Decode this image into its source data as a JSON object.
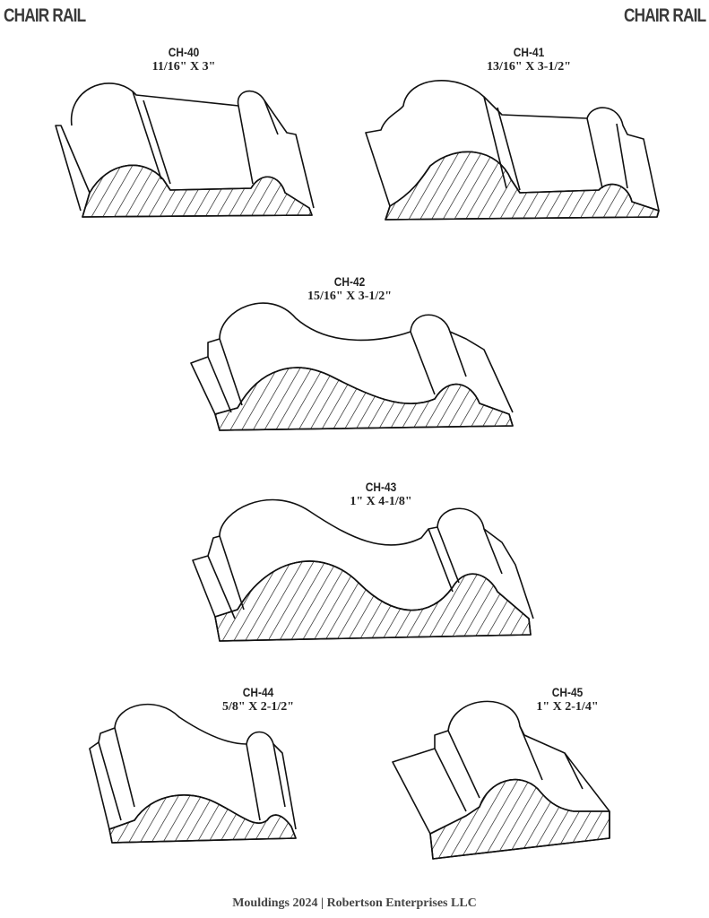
{
  "header": {
    "left_title": "CHAIR RAIL",
    "right_title": "CHAIR RAIL"
  },
  "products": [
    {
      "code": "CH-40",
      "dimensions": "11/16\" X 3\""
    },
    {
      "code": "CH-41",
      "dimensions": "13/16\" X 3-1/2\""
    },
    {
      "code": "CH-42",
      "dimensions": "15/16\" X 3-1/2\""
    },
    {
      "code": "CH-43",
      "dimensions": "1\" X 4-1/8\""
    },
    {
      "code": "CH-44",
      "dimensions": "5/8\" X 2-1/2\""
    },
    {
      "code": "CH-45",
      "dimensions": "1\" X 2-1/4\""
    }
  ],
  "footer": {
    "text": "Mouldings 2024 | Robertson Enterprises LLC"
  }
}
